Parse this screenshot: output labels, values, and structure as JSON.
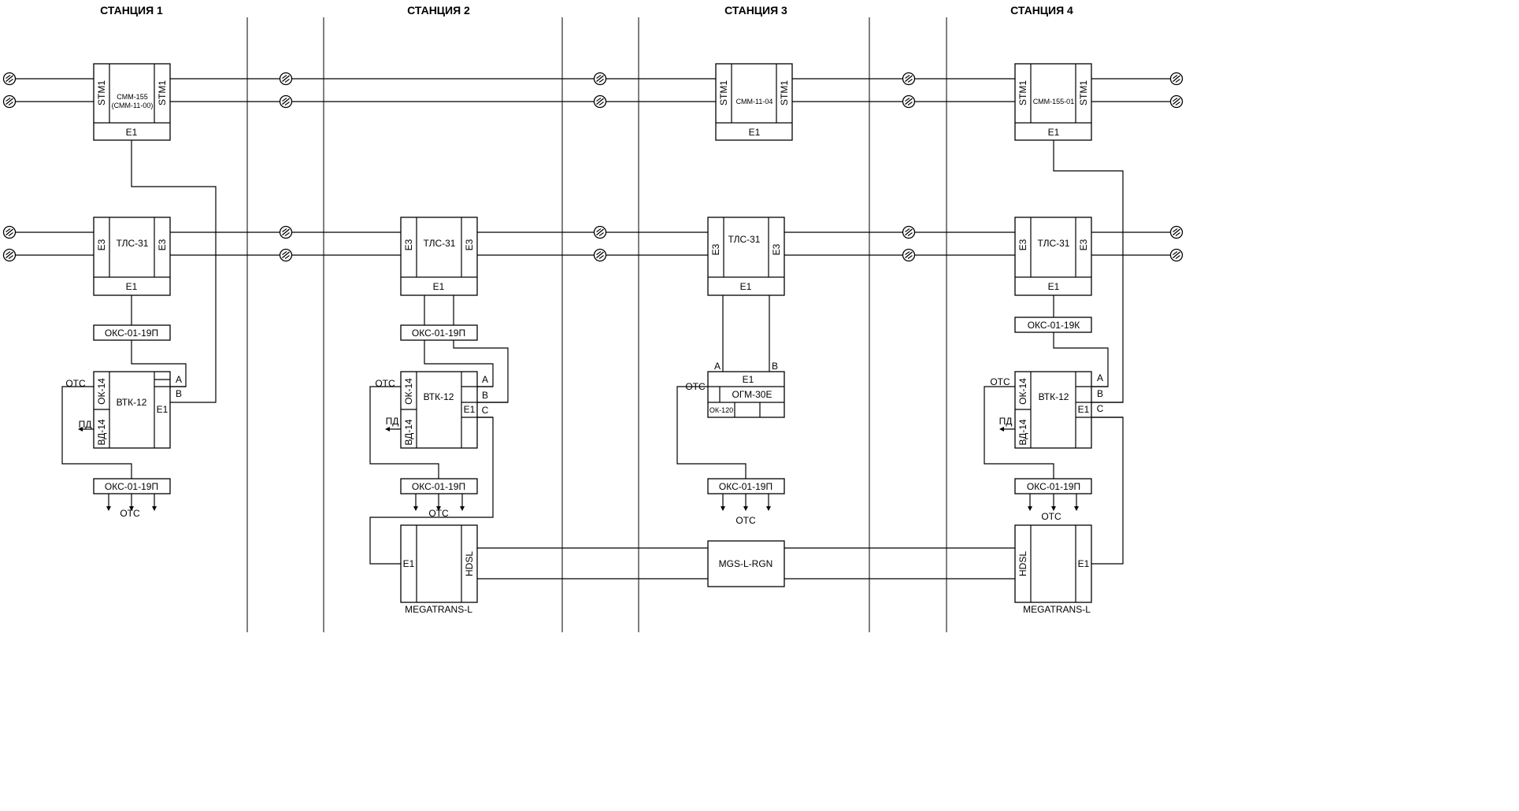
{
  "stations": [
    "СТАНЦИЯ 1",
    "СТАНЦИЯ 2",
    "СТАНЦИЯ 3",
    "СТАНЦИЯ 4"
  ],
  "labels": {
    "stm1": "STM1",
    "e1": "E1",
    "e3": "E3",
    "a": "A",
    "b": "B",
    "c": "C",
    "ok14": "ОК-14",
    "vd14": "ВД-14",
    "ots": "ОТС",
    "pd": "ПД",
    "hdsl": "HDSL",
    "ok120": "ОК-120"
  },
  "sdh": {
    "s1_line1": "СММ-155",
    "s1_line2": "(СММ-11-00)",
    "s3": "СММ-11-04",
    "s4": "СММ-155-01"
  },
  "tls": "ТЛС-31",
  "oks": {
    "standard": "ОКС-01-19П",
    "s4_top": "ОКС-01-19К"
  },
  "vtk": "ВТК-12",
  "ogm": "ОГМ-30Е",
  "megatrans": "MEGATRANS-L",
  "mgs": "MGS-L-RGN"
}
